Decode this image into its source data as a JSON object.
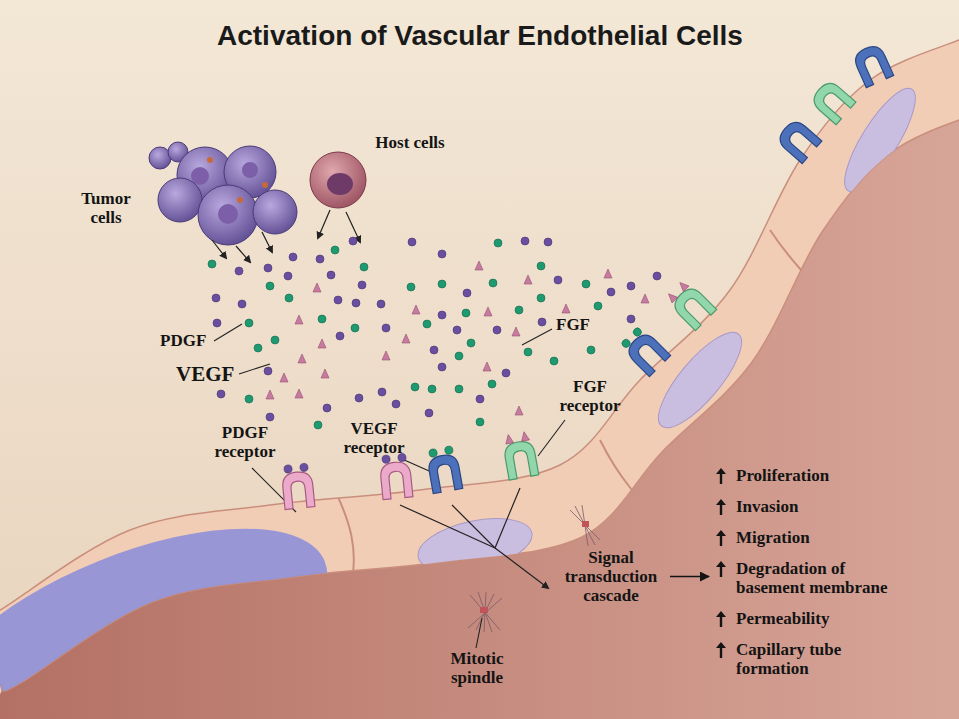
{
  "diagram": {
    "title": "Activation of Vascular Endothelial Cells",
    "nodes": [
      {
        "text": [
          "Signal transduction cascade"
        ]
      },
      {
        "text": [
          "Proliferation",
          "Invasion",
          "Migration",
          "Degradation of basement membrane",
          "Permeability",
          "Capillary tube formation"
        ]
      }
    ],
    "edges": [
      {
        "from": 0,
        "to": 1,
        "arrow": "to"
      }
    ],
    "labels": [
      "Tumor cells",
      "Host cells",
      "PDGF",
      "VEGF",
      "FGF",
      "PDGF receptor",
      "VEGF receptor",
      "FGF receptor",
      "Mitotic spindle"
    ]
  }
}
